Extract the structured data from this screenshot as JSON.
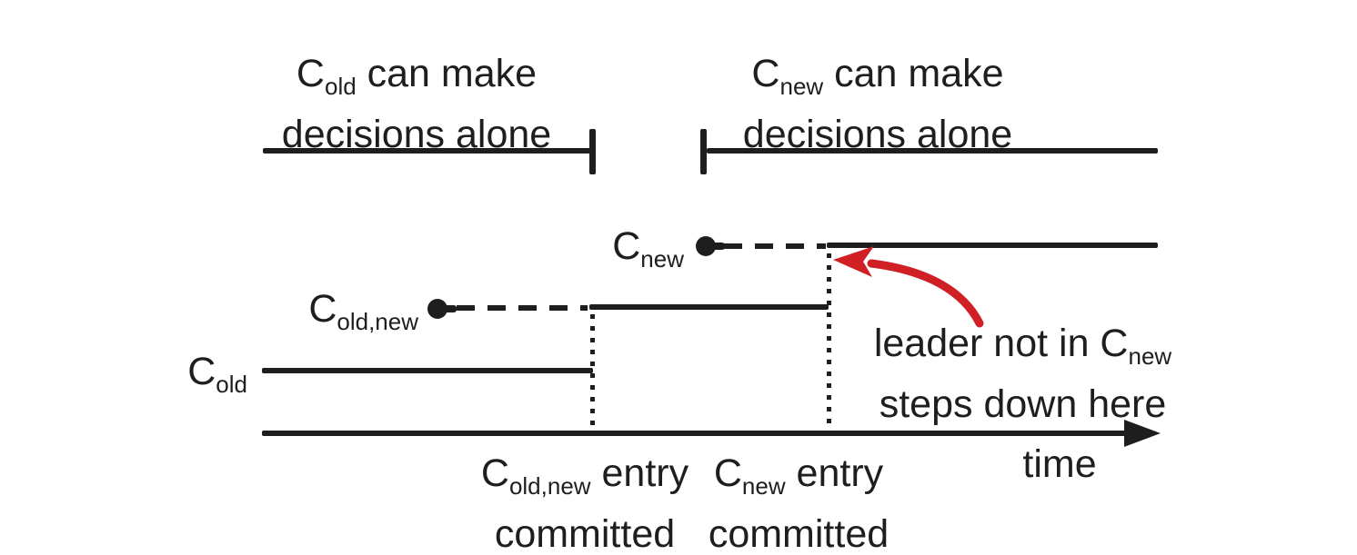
{
  "colors": {
    "ink": "#1e1e1e",
    "red": "#d02026",
    "background": "#ffffff"
  },
  "bracket_left": {
    "c": "C",
    "sub": "old",
    "after": " can make",
    "line2": "decisions alone"
  },
  "bracket_right": {
    "c": "C",
    "sub": "new",
    "after": " can make",
    "line2": "decisions alone"
  },
  "series": {
    "cnew": {
      "c": "C",
      "sub": "new"
    },
    "coldnew": {
      "c": "C",
      "sub": "old,new"
    },
    "cold": {
      "c": "C",
      "sub": "old"
    }
  },
  "events": {
    "coldnew_committed": {
      "c": "C",
      "sub": "old,new",
      "after": " entry",
      "line2": "committed"
    },
    "cnew_committed": {
      "c": "C",
      "sub": "new",
      "after": " entry",
      "line2": "committed"
    }
  },
  "annotation": {
    "line1": "leader not in C",
    "line1_sub": "new",
    "line2": "steps down here"
  },
  "axis": {
    "label": "time"
  }
}
